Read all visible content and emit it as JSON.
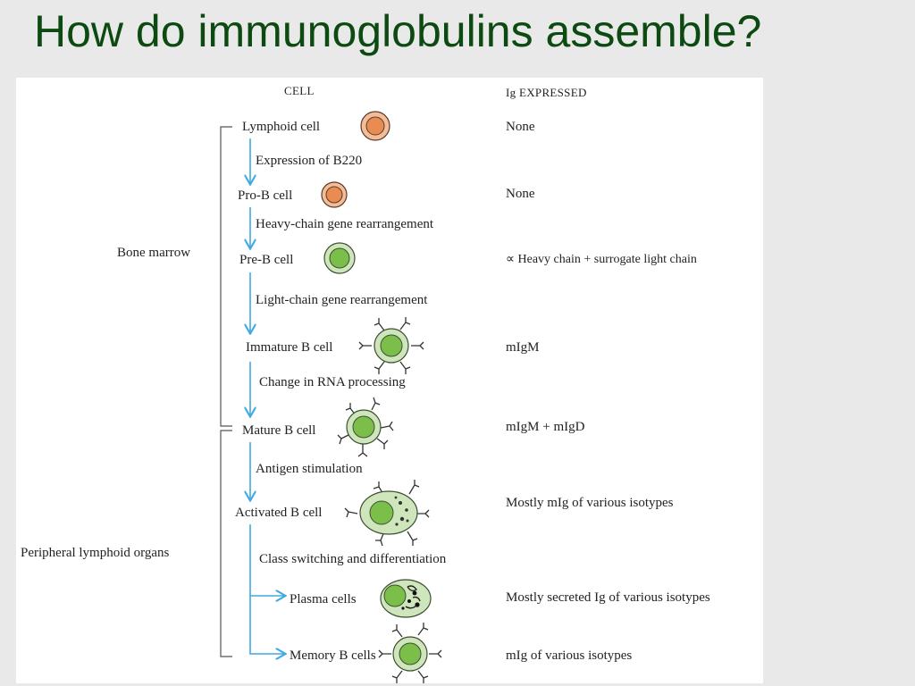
{
  "title": "How do immunoglobulins assemble?",
  "headers": {
    "cell": "CELL",
    "ig": "Ig EXPRESSED"
  },
  "regions": {
    "bone_marrow": "Bone marrow",
    "peripheral": "Peripheral lymphoid organs"
  },
  "stages": [
    {
      "cell": "Lymphoid cell",
      "ig": "None"
    },
    {
      "cell": "Pro-B cell",
      "ig": "None"
    },
    {
      "cell": "Pre-B cell",
      "ig": "∝ Heavy chain + surrogate light chain"
    },
    {
      "cell": "Immature B cell",
      "ig": "mIgM"
    },
    {
      "cell": "Mature B cell",
      "ig": "mIgM + mIgD"
    },
    {
      "cell": "Activated B cell",
      "ig": "Mostly mIg of various isotypes"
    },
    {
      "cell": "Plasma cells",
      "ig": "Mostly secreted Ig of various isotypes"
    },
    {
      "cell": "Memory B cells",
      "ig": "mIg of various isotypes"
    }
  ],
  "transitions": [
    "Expression of B220",
    "Heavy-chain gene rearrangement",
    "Light-chain gene rearrangement",
    "Change in RNA processing",
    "Antigen stimulation",
    "Class switching and differentiation"
  ],
  "colors": {
    "title": "#0d4a12",
    "arrow": "#3fa9e0",
    "orange_cell": "#f0a878",
    "green_cell": "#8cc660"
  }
}
